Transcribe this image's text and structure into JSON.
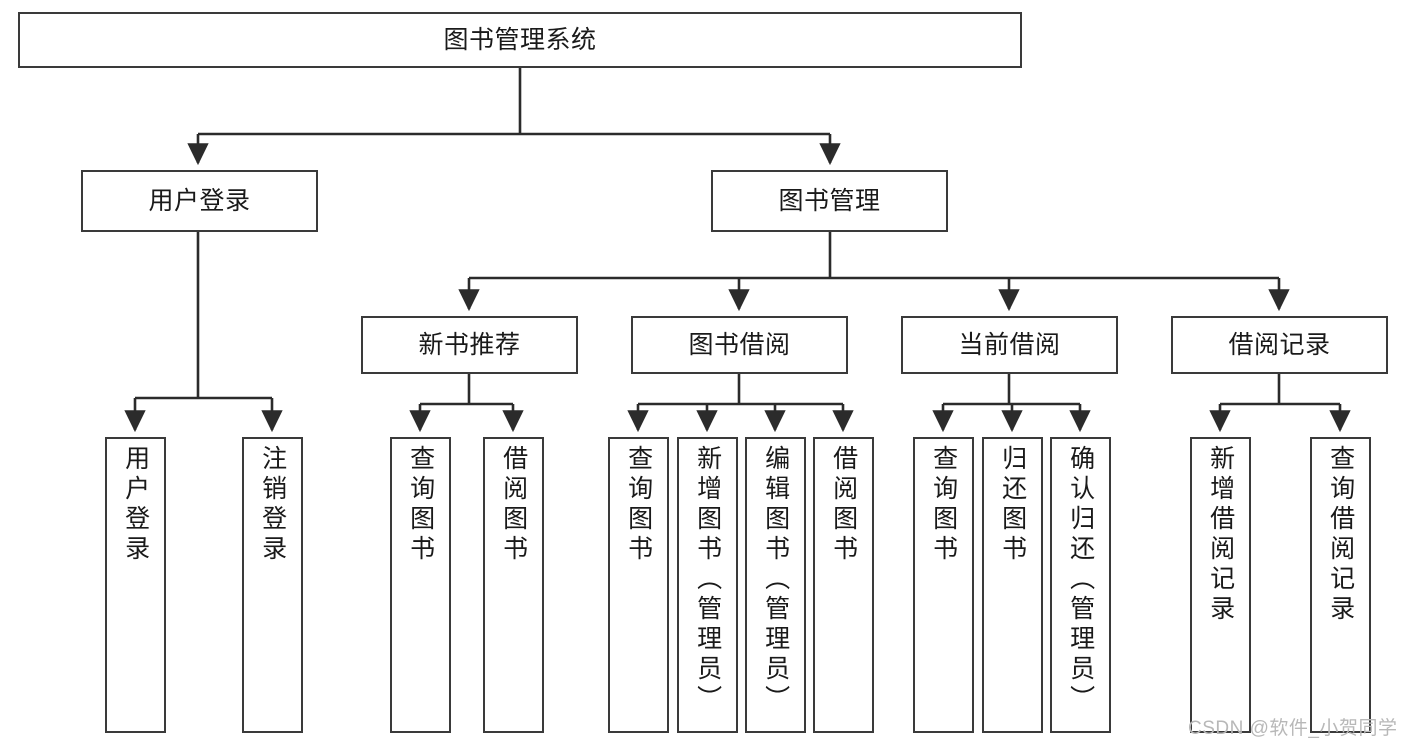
{
  "diagram": {
    "title": "图书管理系统",
    "type": "hierarchy-tree",
    "watermark": "CSDN @软件_小贺同学",
    "colors": {
      "box_border": "#3a3a3a",
      "box_fill": "#ffffff",
      "edge": "#2b2b2b",
      "text": "#1a1a1a",
      "watermark": "#b8b8b8"
    },
    "levels": [
      {
        "level": 1,
        "nodes": [
          {
            "id": "root",
            "label": "图书管理系统",
            "orientation": "horizontal"
          }
        ]
      },
      {
        "level": 2,
        "nodes": [
          {
            "id": "l2-0",
            "label": "用户登录",
            "orientation": "horizontal"
          },
          {
            "id": "l2-1",
            "label": "图书管理",
            "orientation": "horizontal"
          }
        ]
      },
      {
        "level": 3,
        "nodes": [
          {
            "id": "l3-0",
            "label": "新书推荐",
            "orientation": "horizontal"
          },
          {
            "id": "l3-1",
            "label": "图书借阅",
            "orientation": "horizontal"
          },
          {
            "id": "l3-2",
            "label": "当前借阅",
            "orientation": "horizontal"
          },
          {
            "id": "l3-3",
            "label": "借阅记录",
            "orientation": "horizontal"
          }
        ]
      },
      {
        "level": 4,
        "nodes": [
          {
            "id": "leaf-0",
            "label": "用户登录",
            "parent": "l2-0",
            "orientation": "vertical"
          },
          {
            "id": "leaf-1",
            "label": "注销登录",
            "parent": "l2-0",
            "orientation": "vertical"
          },
          {
            "id": "leaf-2",
            "label": "查询图书",
            "parent": "l3-0",
            "orientation": "vertical"
          },
          {
            "id": "leaf-3",
            "label": "借阅图书",
            "parent": "l3-0",
            "orientation": "vertical"
          },
          {
            "id": "leaf-4",
            "label": "查询图书",
            "parent": "l3-1",
            "orientation": "vertical"
          },
          {
            "id": "leaf-5",
            "label": "新增图书（管理员）",
            "parent": "l3-1",
            "orientation": "vertical"
          },
          {
            "id": "leaf-6",
            "label": "编辑图书（管理员）",
            "parent": "l3-1",
            "orientation": "vertical"
          },
          {
            "id": "leaf-7",
            "label": "借阅图书",
            "parent": "l3-1",
            "orientation": "vertical"
          },
          {
            "id": "leaf-8",
            "label": "查询图书",
            "parent": "l3-2",
            "orientation": "vertical"
          },
          {
            "id": "leaf-9",
            "label": "归还图书",
            "parent": "l3-2",
            "orientation": "vertical"
          },
          {
            "id": "leaf-10",
            "label": "确认归还（管理员）",
            "parent": "l3-2",
            "orientation": "vertical"
          },
          {
            "id": "leaf-11",
            "label": "新增借阅记录",
            "parent": "l3-3",
            "orientation": "vertical"
          },
          {
            "id": "leaf-12",
            "label": "查询借阅记录",
            "parent": "l3-3",
            "orientation": "vertical"
          }
        ]
      }
    ]
  }
}
